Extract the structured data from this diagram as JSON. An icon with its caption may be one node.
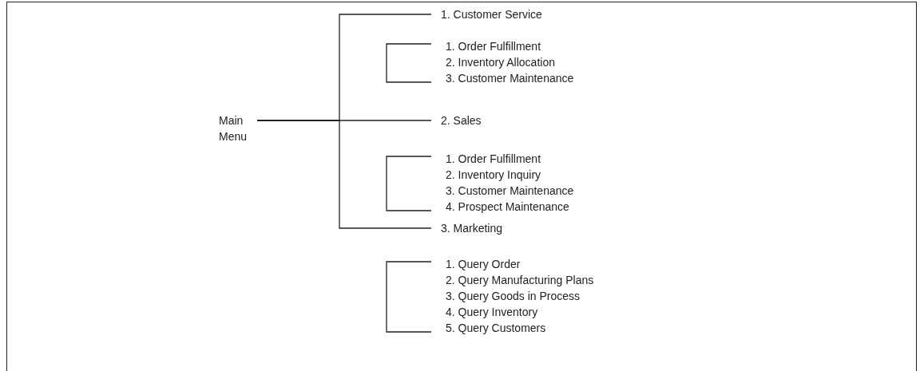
{
  "diagram": {
    "nodes": [
      {
        "text": [
          "Main Menu"
        ]
      },
      {
        "text": [
          "1. Customer Service"
        ]
      },
      {
        "text": [
          "1. Order Fulfillment"
        ]
      },
      {
        "text": [
          "2. Inventory Allocation"
        ]
      },
      {
        "text": [
          "3. Customer Maintenance"
        ]
      },
      {
        "text": [
          "2. Sales"
        ]
      },
      {
        "text": [
          "1. Order Fulfillment"
        ]
      },
      {
        "text": [
          "2. Inventory Inquiry"
        ]
      },
      {
        "text": [
          "3. Customer Maintenance"
        ]
      },
      {
        "text": [
          "4. Prospect Maintenance"
        ]
      },
      {
        "text": [
          "3. Marketing"
        ]
      },
      {
        "text": [
          "1. Query Order"
        ]
      },
      {
        "text": [
          "2. Query Manufacturing Plans"
        ]
      },
      {
        "text": [
          "3. Query Goods in Process"
        ]
      },
      {
        "text": [
          "4. Query Inventory"
        ]
      },
      {
        "text": [
          "5. Query Customers"
        ]
      }
    ],
    "edges": [
      {
        "from": 0,
        "to": 1,
        "arrow": "none"
      },
      {
        "from": 0,
        "to": 5,
        "arrow": "none"
      },
      {
        "from": 0,
        "to": 10,
        "arrow": "none"
      }
    ]
  }
}
